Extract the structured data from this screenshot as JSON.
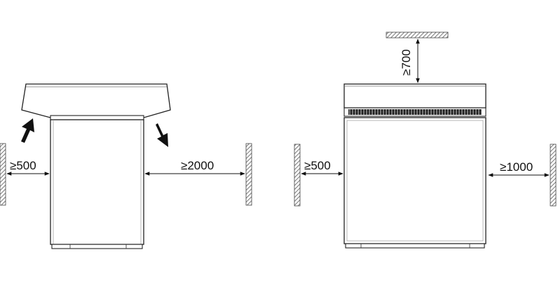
{
  "side_view": {
    "left_clearance": "≥500",
    "right_clearance": "≥2000"
  },
  "front_view": {
    "top_clearance": "≥700",
    "left_clearance": "≥500",
    "right_clearance": "≥1000"
  },
  "colors": {
    "line": "#222222",
    "wall_hatch": "#555555",
    "grille": "#3a3a3a"
  }
}
